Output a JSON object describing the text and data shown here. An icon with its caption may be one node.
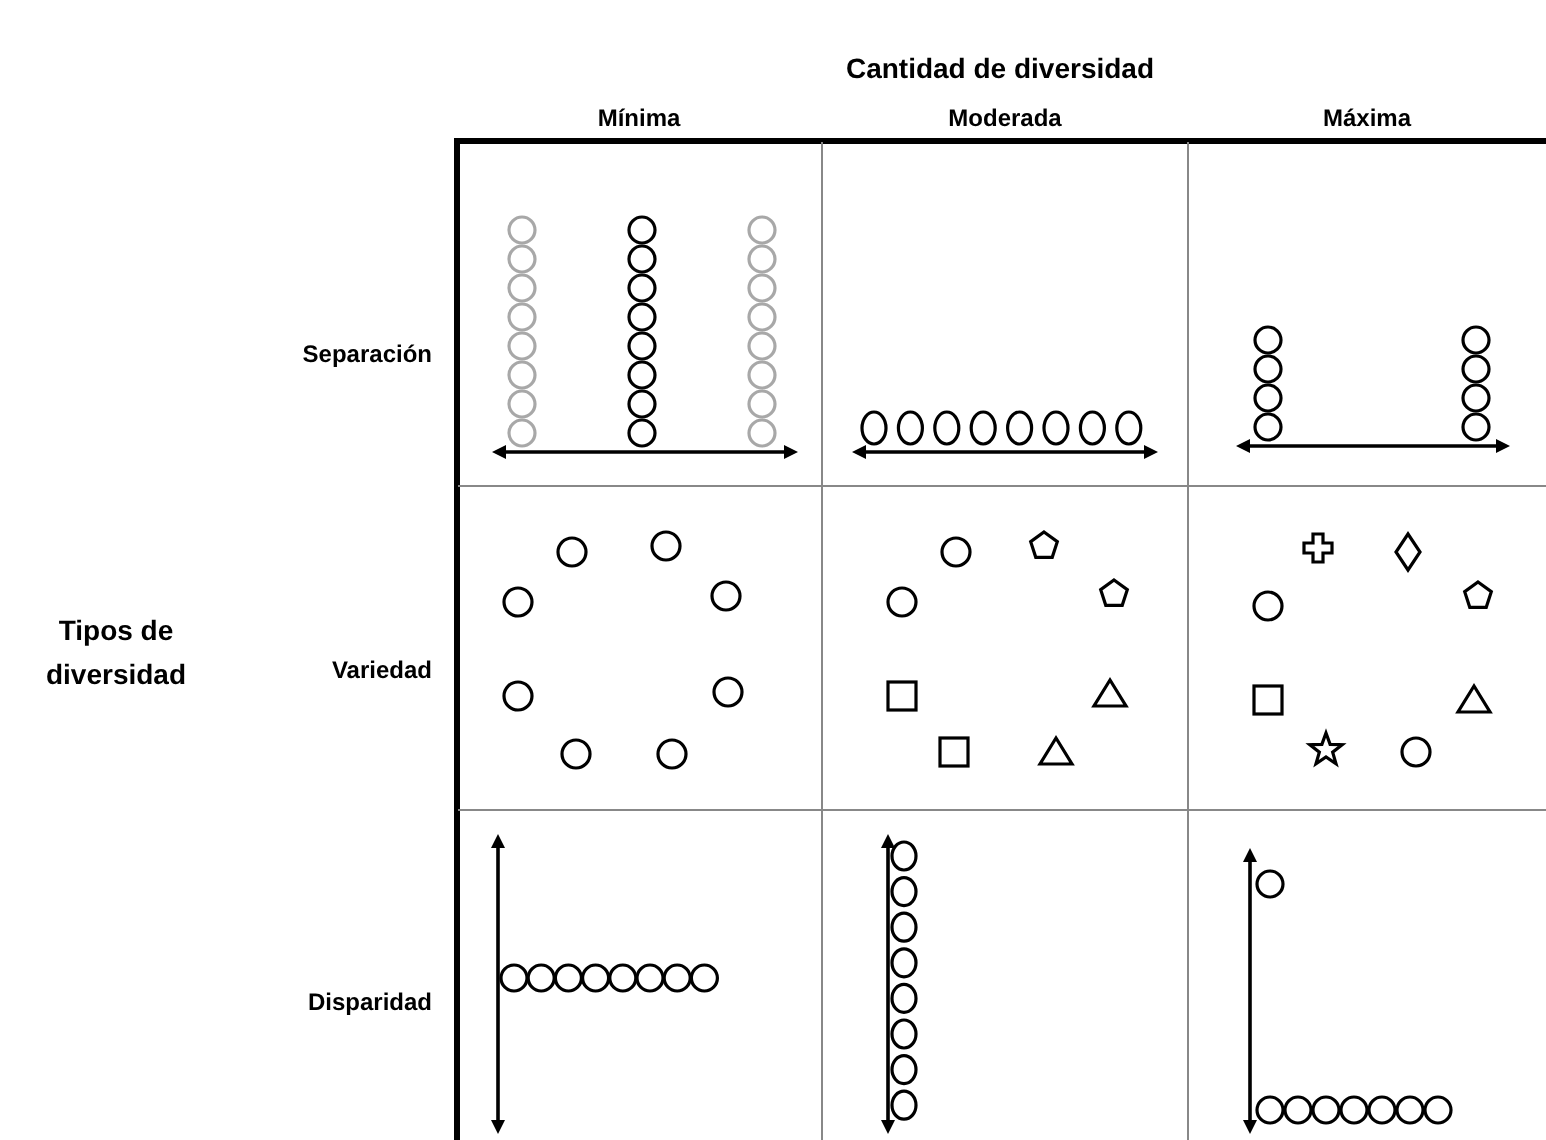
{
  "diagram": {
    "title": "Cantidad de diversidad",
    "labels": [
      "Mínima",
      "Moderada",
      "Máxima",
      "Separación",
      "Tipos de diversidad",
      "Variedad",
      "Disparidad"
    ]
  }
}
